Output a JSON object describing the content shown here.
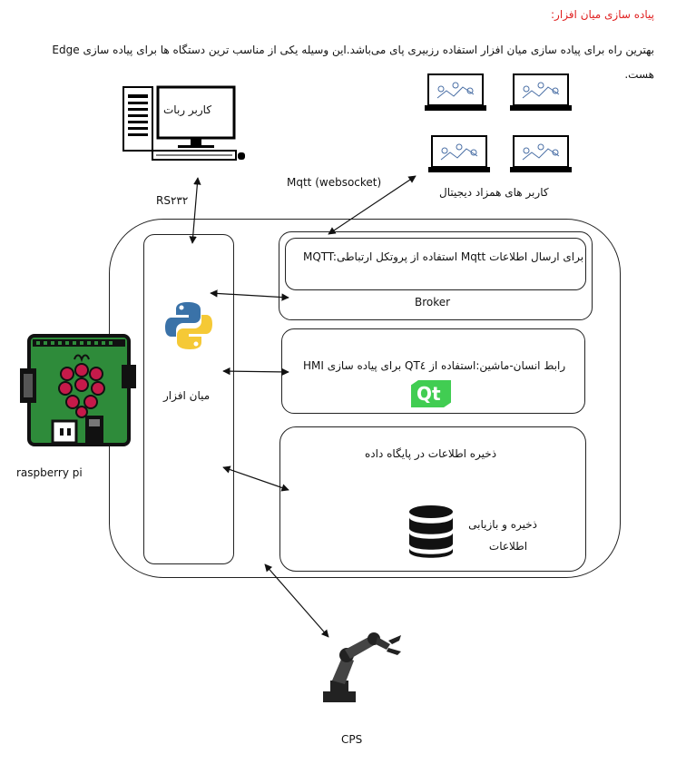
{
  "heading": "پیاده سازی میان افزار:",
  "intro": "بهترین راه برای پیاده سازی میان افزار استفاده رزبیری پای می‌باشد.این وسیله یکی از مناسب ترین دستگاه ها برای پیاده سازی Edge هست.",
  "robot_user": "کاربر ربات",
  "rs232": "RS۲۳۲",
  "mqtt_ws": "Mqtt (websocket)",
  "digital_twin_users": "کاربر های همزاد دیجیتال",
  "mqtt_desc": "MQTT:استفاده از پروتکل ارتباطی Mqtt برای ارسال اطلاعات",
  "broker": "Broker",
  "hmi_desc": "رابط انسان-ماشین:استفاده از QT٤ برای پیاده سازی HMI",
  "qt_logo_text": "Qt",
  "db_title": "ذخیره اطلاعات در پایگاه داده",
  "db_sub_line1": "ذخیره و بازیابی",
  "db_sub_line2": "اطلاعات",
  "middleware": "میان افزار",
  "raspberry": "raspberry pi",
  "cps": "CPS",
  "icons": [
    "desktop-computer-icon",
    "laptop-icon",
    "python-logo-icon",
    "qt-logo-icon",
    "database-icon",
    "raspberry-pi-icon",
    "robot-arm-icon"
  ],
  "colors": {
    "heading": "#e02020",
    "qt": "#41cd52",
    "python_blue": "#3a72a8",
    "python_yellow": "#f5c936",
    "raspberry": "#c51a4a",
    "board": "#2e8b3a"
  }
}
